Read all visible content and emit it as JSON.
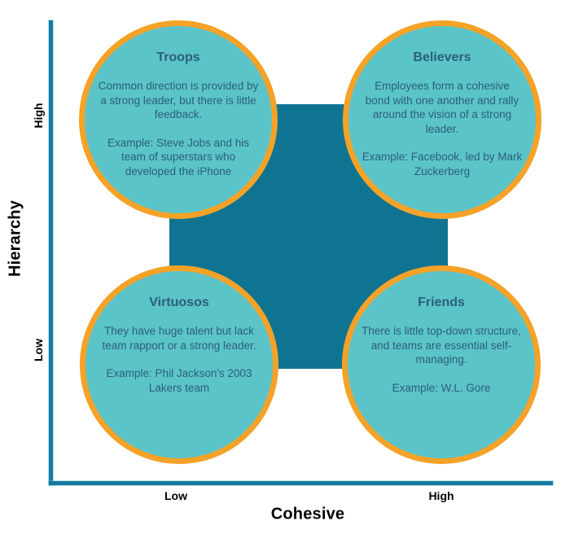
{
  "colors": {
    "background": "#FFFFFF",
    "circle_fill": "#5BC4C9",
    "circle_border": "#F5A228",
    "center_square": "#0F7491",
    "axis_line": "#1879A0",
    "circle_text": "#2B5F7A",
    "axis_text": "#000000"
  },
  "y_axis": {
    "label": "Hierarchy",
    "top_tick": "High",
    "bottom_tick": "Low"
  },
  "x_axis": {
    "label": "Cohesive",
    "left_tick": "Low",
    "right_tick": "High"
  },
  "quadrants": [
    {
      "position": "top-left",
      "title": "Troops",
      "description": "Common direction is provided by a strong leader, but there is little feedback.",
      "example": "Example: Steve Jobs and his team of superstars who developed the iPhone"
    },
    {
      "position": "top-right",
      "title": "Believers",
      "description": "Employees form a cohesive bond with one another and rally around the vision of a strong leader.",
      "example": "Example: Facebook, led by Mark Zuckerberg"
    },
    {
      "position": "bottom-left",
      "title": "Virtuosos",
      "description": "They have huge talent but lack team rapport or a strong leader.",
      "example": "Example: Phil Jackson's 2003 Lakers team"
    },
    {
      "position": "bottom-right",
      "title": "Friends",
      "description": "There is little top-down structure, and teams are essential self-managing.",
      "example": "Example: W.L. Gore"
    }
  ]
}
